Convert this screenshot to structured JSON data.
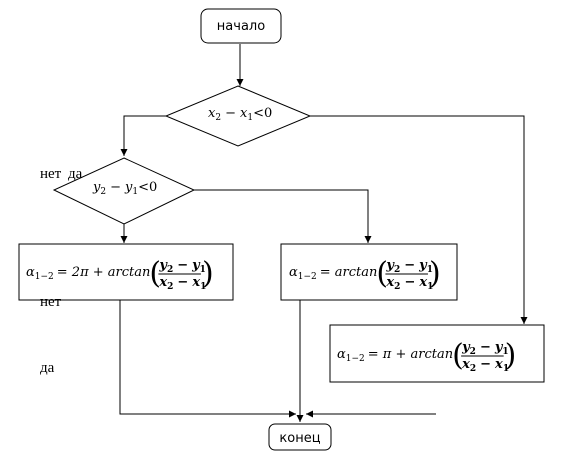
{
  "nodes": {
    "start": "начало",
    "end": "конец",
    "cond1": {
      "var_a": "x",
      "sub_a": "2",
      "minus": "−",
      "var_b": "x",
      "sub_b": "1",
      "rel": "<0"
    },
    "cond2": {
      "var_a": "y",
      "sub_a": "2",
      "minus": "−",
      "var_b": "y",
      "sub_b": "1",
      "rel": "<0"
    },
    "formula1": {
      "alpha": "α",
      "sub": "1−2",
      "rhs": "= 2π + arctan"
    },
    "formula2": {
      "alpha": "α",
      "sub": "1−2",
      "rhs": "= arctan"
    },
    "formula3": {
      "alpha": "α",
      "sub": "1−2",
      "rhs": "= π + arctan"
    },
    "fraction": {
      "num_a": "y",
      "num_sa": "2",
      "num_op": "−",
      "num_b": "y",
      "num_sb": "1",
      "den_a": "x",
      "den_sa": "2",
      "den_op": "−",
      "den_b": "x",
      "den_sb": "1",
      "lparen": "(",
      "rparen": ")"
    }
  },
  "labels": {
    "no_top": "нет",
    "yes_top": "да",
    "no_mid": "нет",
    "yes_low": "да"
  }
}
